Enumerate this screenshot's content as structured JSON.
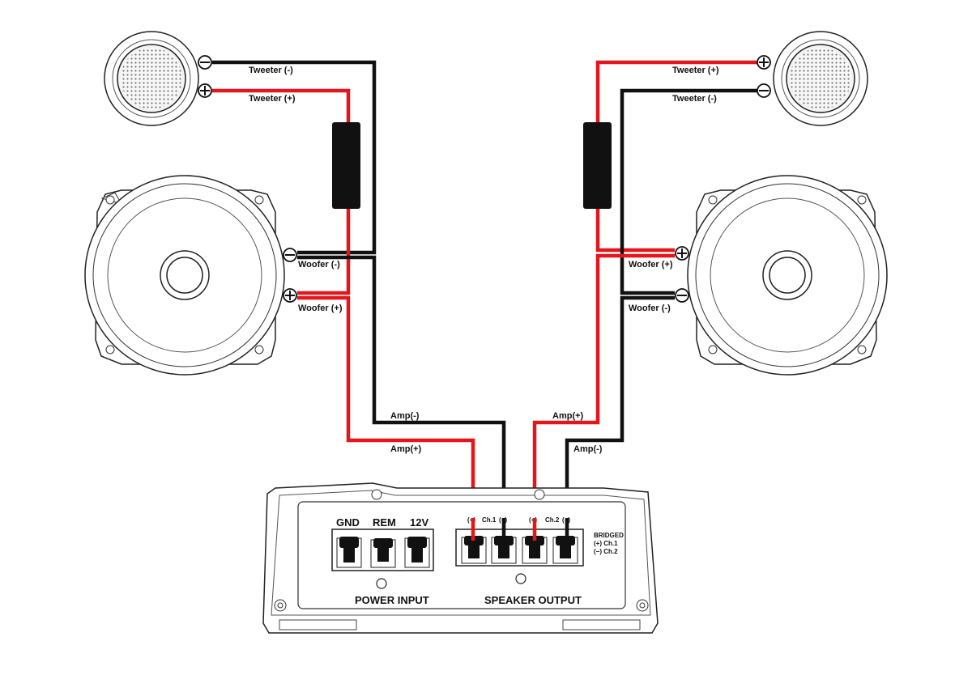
{
  "labels": {
    "left_tweeter_neg": "Tweeter (-)",
    "left_tweeter_pos": "Tweeter (+)",
    "right_tweeter_pos": "Tweeter (+)",
    "right_tweeter_neg": "Tweeter (-)",
    "left_woofer_neg": "Woofer (-)",
    "left_woofer_pos": "Woofer (+)",
    "right_woofer_pos": "Woofer (+)",
    "right_woofer_neg": "Woofer (-)",
    "left_amp_neg": "Amp(-)",
    "left_amp_pos": "Amp(+)",
    "right_amp_pos": "Amp(+)",
    "right_amp_neg": "Amp(-)"
  },
  "amplifier": {
    "gnd": "GND",
    "rem": "REM",
    "v12": "12V",
    "power_input": "POWER INPUT",
    "speaker_output": "SPEAKER OUTPUT",
    "ch1_pos": "(+)",
    "ch1": "Ch.1",
    "ch1_neg": "(−)",
    "ch2_pos": "(+)",
    "ch2": "Ch.2",
    "ch2_neg": "(−)",
    "bridged": "BRIDGED",
    "bridged_pos": "(+) Ch.1",
    "bridged_neg": "(−) Ch.2"
  },
  "colors": {
    "positive_wire": "#e3161b",
    "negative_wire": "#111111"
  }
}
